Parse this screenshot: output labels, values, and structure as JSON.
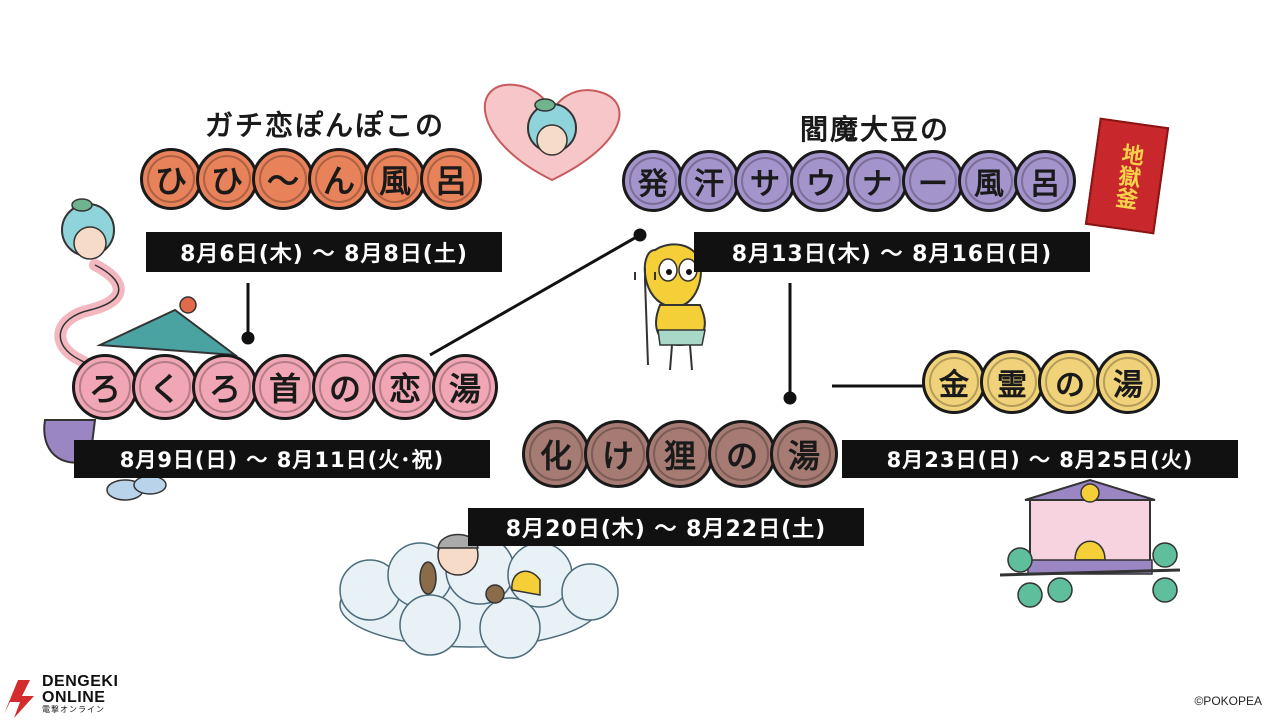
{
  "events": [
    {
      "subtitle": "ガチ恋ぽんぽこの",
      "title_chars": [
        "ひ",
        "ひ",
        "〜",
        "ん",
        "風",
        "呂"
      ],
      "dates": "8月6日(木) 〜 8月8日(土)",
      "coin_color": "#e8825a"
    },
    {
      "subtitle": "",
      "title_chars": [
        "ろ",
        "く",
        "ろ",
        "首",
        "の",
        "恋",
        "湯"
      ],
      "dates": "8月9日(日) 〜 8月11日(火･祝)",
      "coin_color": "#f0a6b4"
    },
    {
      "subtitle": "閻魔大豆の",
      "title_chars": [
        "発",
        "汗",
        "サ",
        "ウ",
        "ナ",
        "ー",
        "風",
        "呂"
      ],
      "dates": "8月13日(木) 〜 8月16日(日)",
      "coin_color": "#a494cc",
      "badge": "地獄釜"
    },
    {
      "subtitle": "",
      "title_chars": [
        "化",
        "け",
        "狸",
        "の",
        "湯"
      ],
      "dates": "8月20日(木) 〜 8月22日(土)",
      "coin_color": "#a67b73"
    },
    {
      "subtitle": "",
      "title_chars": [
        "金",
        "霊",
        "の",
        "湯"
      ],
      "dates": "8月23日(日) 〜 8月25日(火)",
      "coin_color": "#f0d27a"
    }
  ],
  "logo": {
    "line1": "DENGEKI",
    "line2": "ONLINE",
    "line3": "電撃オンライン"
  },
  "credit": "©POKOPEA",
  "colors": {
    "ink": "#1a1a1a",
    "date_bar": "#111111",
    "badge": "#c8282c",
    "badge_text": "#f7d24a"
  }
}
